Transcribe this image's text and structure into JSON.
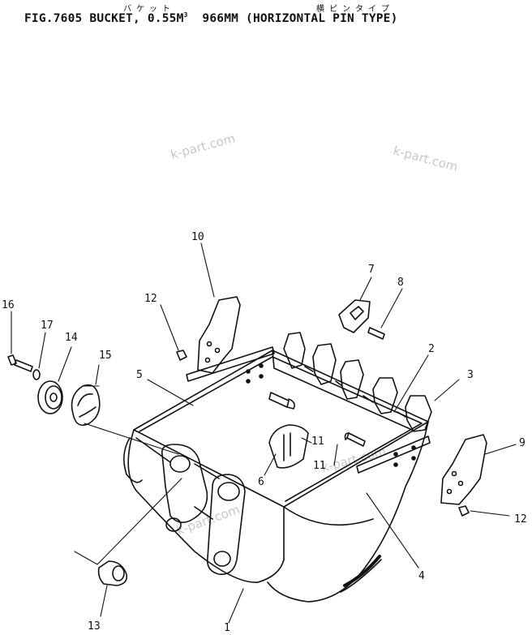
{
  "title": {
    "ruby_bucket": "バケット",
    "ruby_pin_type": "横ピンタイプ",
    "fig": "FIG.7605",
    "name": "BUCKET",
    "capacity": "0.55M",
    "capacity_exp": "3",
    "width": "966MM",
    "type": "(HORIZONTAL PIN TYPE)"
  },
  "watermark": "k-part.com",
  "callouts": {
    "c1": "1",
    "c2": "2",
    "c3": "3",
    "c4": "4",
    "c5": "5",
    "c6": "6",
    "c7": "7",
    "c8": "8",
    "c9": "9",
    "c10": "10",
    "c11_upper": "11",
    "c11_lower": "11",
    "c12": "12",
    "c12b": "12",
    "c13": "13",
    "c14": "14",
    "c15": "15",
    "c16": "16",
    "c17": "17"
  }
}
